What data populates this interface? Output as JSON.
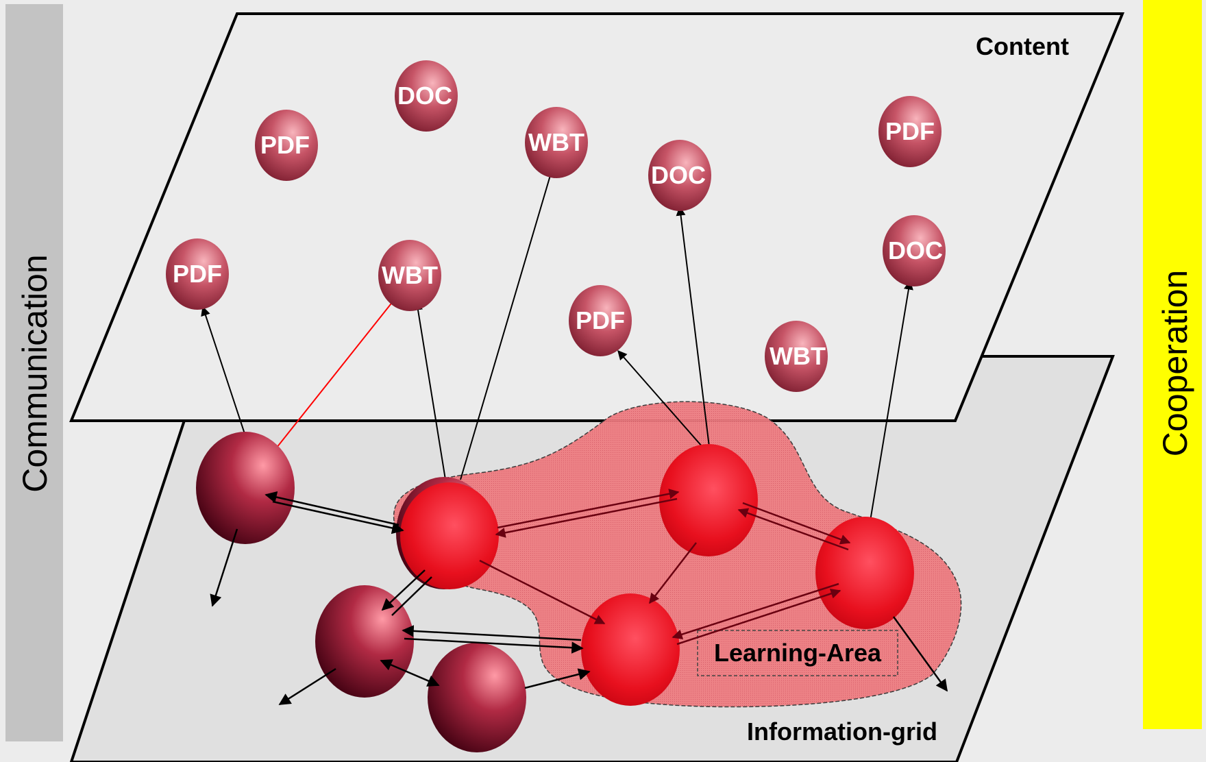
{
  "sidebars": {
    "left_label": "Communication",
    "right_label": "Cooperation",
    "left_color": "#c3c3c3",
    "right_color": "#ffff00"
  },
  "planes": {
    "content_label": "Content",
    "grid_label": "Information-grid",
    "area_label": "Learning-Area"
  },
  "content_items": [
    {
      "label": "DOC"
    },
    {
      "label": "PDF"
    },
    {
      "label": "WBT"
    },
    {
      "label": "DOC"
    },
    {
      "label": "PDF"
    },
    {
      "label": "PDF"
    },
    {
      "label": "WBT"
    },
    {
      "label": "DOC"
    },
    {
      "label": "PDF"
    },
    {
      "label": "WBT"
    }
  ],
  "colors": {
    "content_node": "#b8485a",
    "grid_node_dark": "#8a1530",
    "grid_node_red": "#e8101e",
    "learning_area": "#f08080",
    "highlight_link": "#ff0000"
  }
}
